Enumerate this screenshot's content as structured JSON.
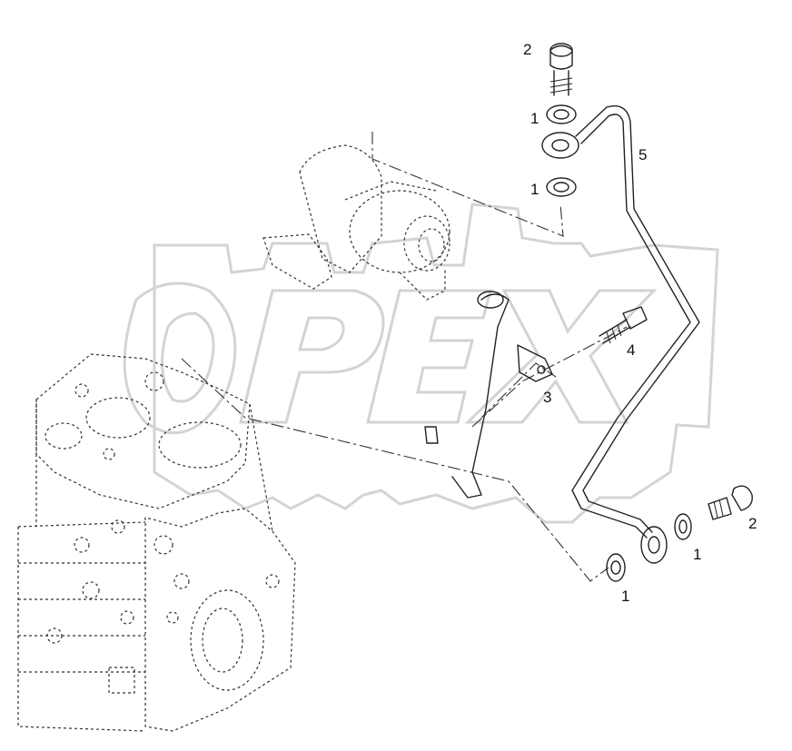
{
  "watermark": {
    "text": "OPEX",
    "color": "#d9d9d9"
  },
  "labels": {
    "bolt_top": "2",
    "washer_top_upper": "1",
    "washer_top_lower": "1",
    "oil_pipe": "5",
    "bolt_clamp": "4",
    "clamp": "3",
    "bolt_bottom": "2",
    "washer_bottom_right": "1",
    "washer_bottom_left": "1"
  },
  "colors": {
    "line": "#222222",
    "background": "#ffffff"
  }
}
